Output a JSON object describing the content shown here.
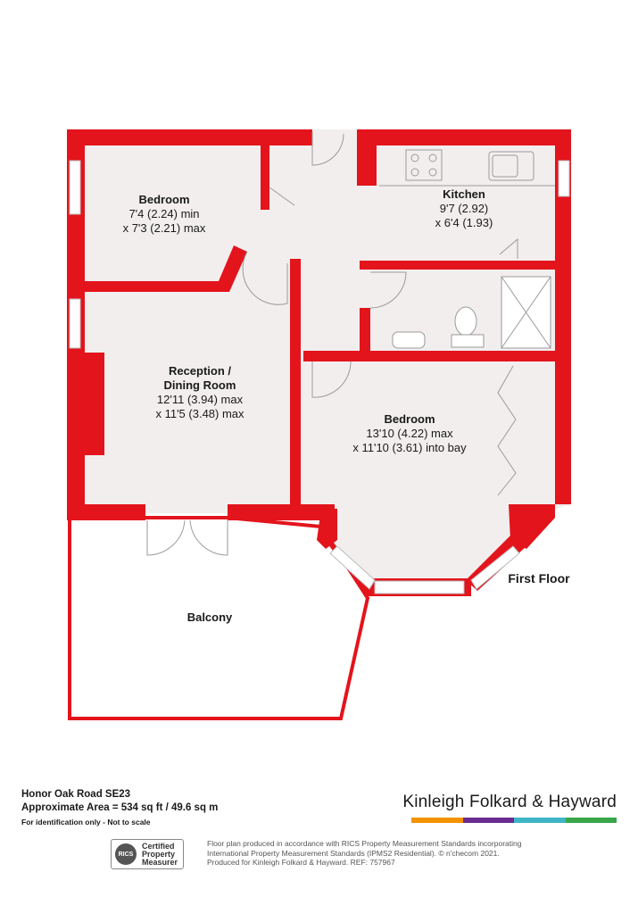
{
  "rooms": {
    "bedroom_small": {
      "name": "Bedroom",
      "dim1": "7'4 (2.24) min",
      "dim2": "x 7'3 (2.21) max"
    },
    "kitchen": {
      "name": "Kitchen",
      "dim1": "9'7 (2.92)",
      "dim2": "x 6'4 (1.93)"
    },
    "reception": {
      "name": "Reception /",
      "name2": "Dining Room",
      "dim1": "12'11 (3.94) max",
      "dim2": "x 11'5 (3.48) max"
    },
    "bedroom_main": {
      "name": "Bedroom",
      "dim1": "13'10 (4.22) max",
      "dim2": "x 11'10 (3.61) into bay"
    },
    "balcony": {
      "name": "Balcony"
    }
  },
  "floor_label": "First Floor",
  "footer": {
    "address": "Honor Oak Road  SE23",
    "area": "Approximate Area = 534 sq ft / 49.6 sq m",
    "disclaimer": "For identification only - Not to scale"
  },
  "brand": {
    "name": "Kinleigh Folkard & Hayward",
    "bar_colors": [
      "#f39200",
      "#6a2c91",
      "#3fb5c6",
      "#3aa64a"
    ]
  },
  "rics": {
    "logo_text": "RICS",
    "line1": "Certified",
    "line2": "Property",
    "line3": "Measurer"
  },
  "legal": {
    "line1": "Floor plan produced in accordance with RICS Property Measurement Standards incorporating",
    "line2": "International Property Measurement Standards (IPMS2 Residential).   © n'checom 2021.",
    "line3": "Produced for Kinleigh Folkard & Hayward.   REF: 757967"
  },
  "colors": {
    "wall": "#e3141c",
    "floor": "#f2eeee",
    "fixture": "#9a9a9a"
  }
}
